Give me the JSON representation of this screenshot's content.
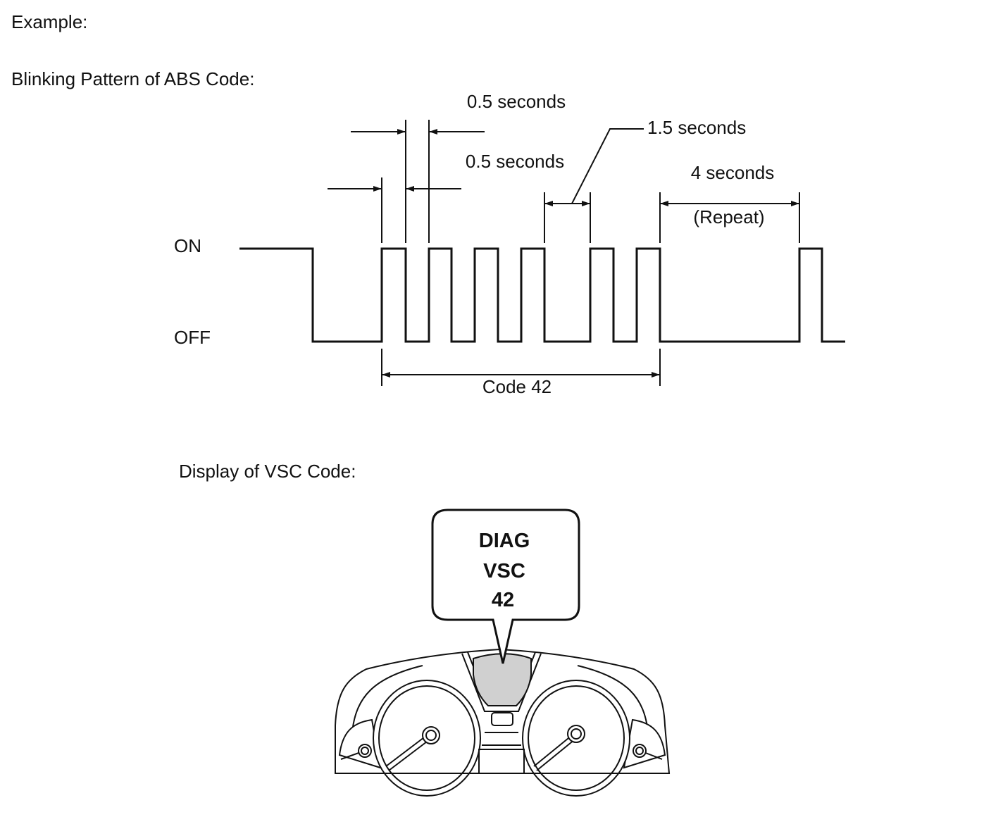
{
  "example_label": "Example:",
  "abs": {
    "heading": "Blinking Pattern of ABS Code:",
    "on_label": "ON",
    "off_label": "OFF",
    "annotations": {
      "top_interval": "0.5 seconds",
      "lower_interval": "0.5 seconds",
      "gap_interval": "1.5 seconds",
      "repeat_interval": "4 seconds",
      "repeat_note": "(Repeat)",
      "code_span": "Code 42"
    }
  },
  "vsc": {
    "heading": "Display of VSC Code:",
    "callout_lines": [
      "DIAG",
      "VSC",
      "42"
    ],
    "display_fill": "#d0d0d0"
  }
}
